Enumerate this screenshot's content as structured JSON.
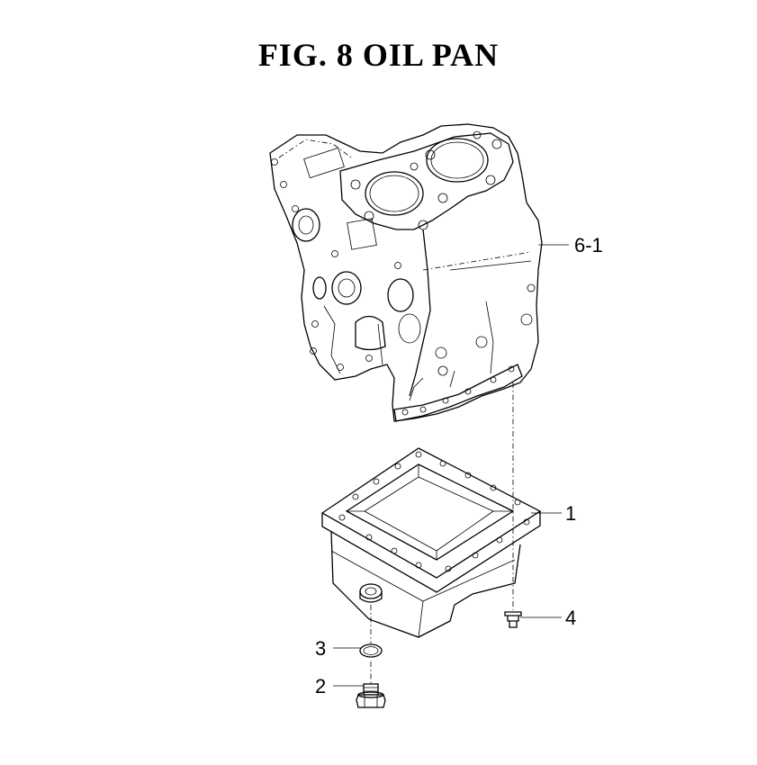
{
  "title": "FIG.  8  OIL PAN",
  "callouts": [
    {
      "id": "6-1",
      "label": "6-1"
    },
    {
      "id": "1",
      "label": "1"
    },
    {
      "id": "4",
      "label": "4"
    },
    {
      "id": "3",
      "label": "3"
    },
    {
      "id": "2",
      "label": "2"
    }
  ]
}
